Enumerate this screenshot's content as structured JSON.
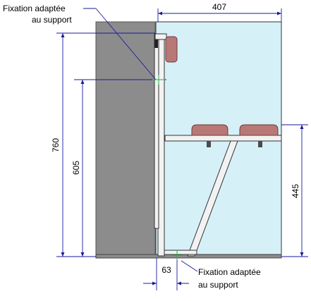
{
  "dimensions": {
    "width_top": "407",
    "height_total": "760",
    "height_inner": "605",
    "seat_height": "445",
    "base_offset": "63"
  },
  "annotations": {
    "top_line1": "Fixation adaptée",
    "top_line2": "au support",
    "bottom_line1": "Fixation adaptée",
    "bottom_line2": "au support"
  },
  "colors": {
    "wall": "#8c8c8c",
    "wall_dark": "#6f6f6f",
    "panel": "#d6f0f8",
    "cushion": "#b87876",
    "cushion_edge": "#6b3b3a",
    "dimension": "#1a1a9c",
    "frame": "#f2f2f2",
    "frame_edge": "#333333",
    "marker": "#22b14c"
  }
}
